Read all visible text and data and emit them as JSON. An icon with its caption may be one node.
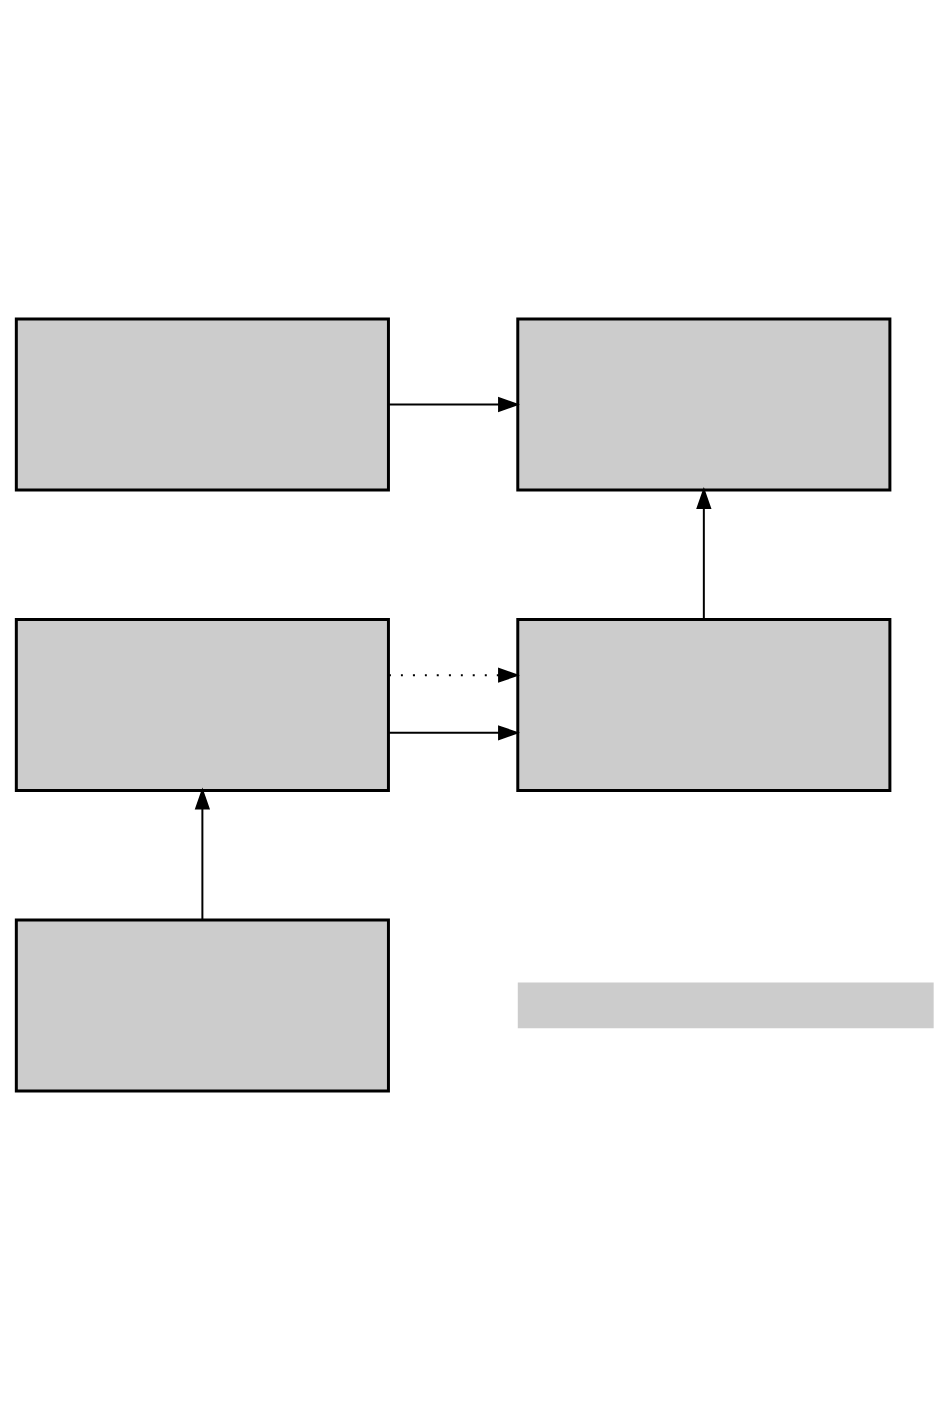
{
  "diagram": {
    "nodes": [
      {
        "text": [],
        "shape": "box"
      },
      {
        "text": [],
        "shape": "box"
      },
      {
        "text": [],
        "shape": "box"
      },
      {
        "text": [],
        "shape": "box"
      },
      {
        "text": [],
        "shape": "bar"
      },
      {
        "text": [],
        "shape": "box"
      }
    ],
    "edges": [
      {
        "from": 0,
        "to": 1,
        "arrow": "to"
      },
      {
        "from": 2,
        "to": 3,
        "arrow": "to"
      },
      {
        "from": 2,
        "to": 3,
        "arrow": "to",
        "style": "dashed"
      },
      {
        "from": 3,
        "to": 1,
        "arrow": "to"
      },
      {
        "from": 5,
        "to": 2,
        "arrow": "to"
      }
    ]
  }
}
